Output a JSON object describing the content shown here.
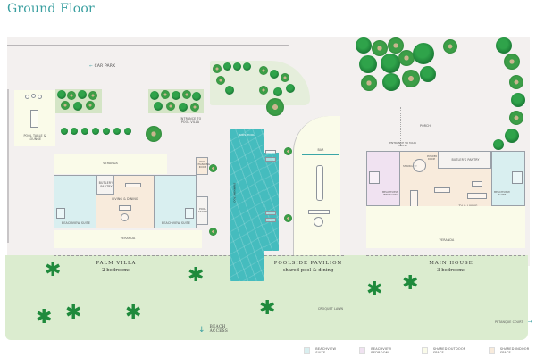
{
  "page": {
    "title": "Ground Floor"
  },
  "site": {
    "car_park_label": "CAR PARK",
    "beach_access_label": "BEACH ACCESS",
    "croquet_lawn_label": "CROQUET LAWN",
    "petanque_court_label": "PÉTANQUE COURT",
    "porch_label": "PORCH"
  },
  "palm_villa": {
    "title": "PALM VILLA",
    "subtitle": "2-bedrooms",
    "rooms": {
      "pool_table": "POOL TABLE & LOUNGE",
      "entrance": "ENTRANCE TO POOL VILLA",
      "veranda_top": "VERANDA",
      "veranda_bottom": "VERANDA",
      "butlers_pantry": "BUTLER'S PANTRY",
      "living_dining": "LIVING & DINING",
      "suite_left": "BEACHVIEW SUITE",
      "suite_right": "BEACHVIEW SUITE",
      "pool_changing": "POOL CHANGING ROOM",
      "pool_store": "POOL STORE"
    }
  },
  "pavilion": {
    "title": "POOLSIDE PAVILION",
    "subtitle": "shared pool & dining",
    "rooms": {
      "kids_pool": "KIDS POOL",
      "main_pool": "SWIMMING POOL",
      "bar": "BAR"
    }
  },
  "main_house": {
    "title": "MAIN HOUSE",
    "subtitle": "3-bedrooms",
    "rooms": {
      "entrance": "ENTRANCE TO MAIN HOUSE",
      "staircase": "STAIRCASE",
      "powder_room": "POWDER ROOM",
      "butlers_pantry": "BUTLER'S PANTRY",
      "bedroom": "BEACHVIEW BEDROOM",
      "tv_living": "TV & LIVING",
      "dining": "DINING",
      "suite": "BEACHVIEW SUITE",
      "veranda": "VERANDA"
    }
  },
  "legend": [
    {
      "label": "BEACHVIEW SUITE",
      "color": "#d9eff0"
    },
    {
      "label": "BEACHVIEW BEDROOM",
      "color": "#f0e2f1"
    },
    {
      "label": "SHARED OUTDOOR SPACE",
      "color": "#fafbe9"
    },
    {
      "label": "SHARED INDOOR SPACE",
      "color": "#f8ebdc"
    }
  ],
  "colors": {
    "title": "#3a9fa0",
    "pool": "#45bcbe",
    "lawn": "#dbeccf",
    "site": "#f3f0ef",
    "tree": "#1f8a3c"
  }
}
